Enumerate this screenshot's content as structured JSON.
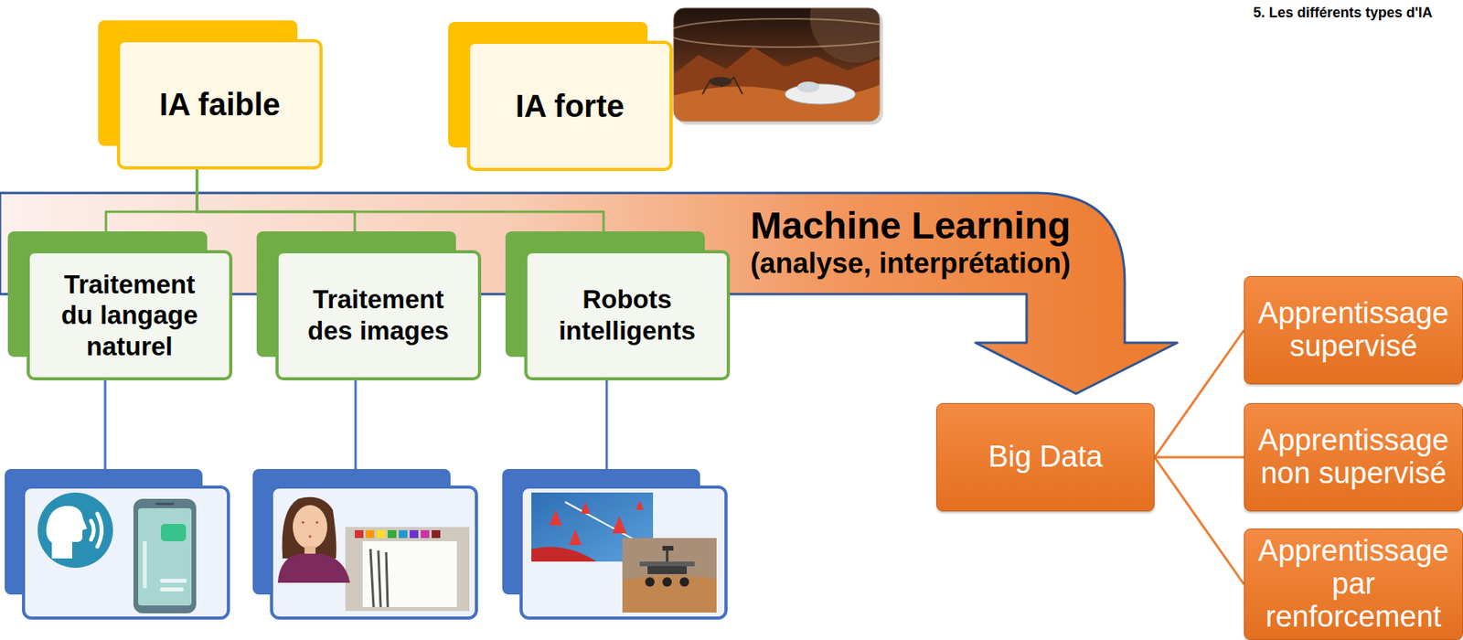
{
  "diagram": {
    "title": "5. Les différents types d'IA",
    "nodes": [
      {
        "text": [
          "IA faible"
        ]
      },
      {
        "text": [
          "IA forte"
        ]
      },
      {
        "text": [
          "Machine Learning",
          "(analyse, interprétation)"
        ]
      },
      {
        "text": [
          "Traitement du langage naturel"
        ]
      },
      {
        "text": [
          "Traitement des images"
        ]
      },
      {
        "text": [
          "Robots intelligents"
        ]
      },
      {
        "text": [
          "Big Data"
        ]
      },
      {
        "text": [
          "Apprentissage supervisé"
        ]
      },
      {
        "text": [
          "Apprentissage non supervisé"
        ]
      },
      {
        "text": [
          "Apprentissage par renforcement"
        ]
      }
    ],
    "edges": [
      {
        "from": 0,
        "to": 3,
        "arrow": "none"
      },
      {
        "from": 0,
        "to": 4,
        "arrow": "none"
      },
      {
        "from": 0,
        "to": 5,
        "arrow": "none"
      },
      {
        "from": 6,
        "to": 7,
        "arrow": "none"
      },
      {
        "from": 6,
        "to": 8,
        "arrow": "none"
      },
      {
        "from": 6,
        "to": 9,
        "arrow": "none"
      }
    ]
  }
}
